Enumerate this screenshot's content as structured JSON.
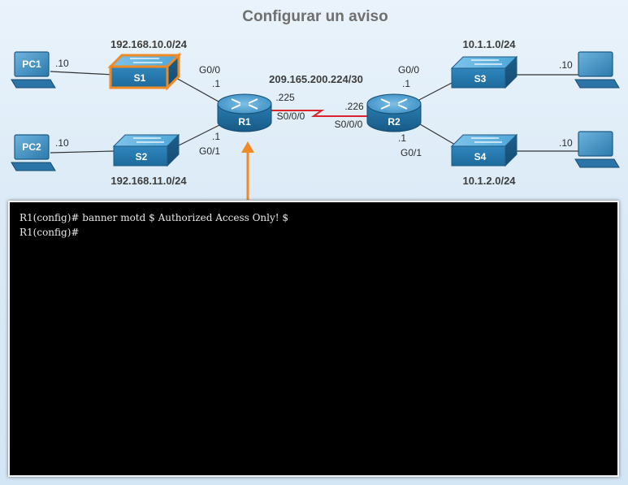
{
  "title": "Configurar un aviso",
  "networks": {
    "net_s1": "192.168.10.0/24",
    "net_s2": "192.168.11.0/24",
    "net_wan": "209.165.200.224/30",
    "net_s3": "10.1.1.0/24",
    "net_s4": "10.1.2.0/24"
  },
  "devices": {
    "pc1": "PC1",
    "pc2": "PC2",
    "s1": "S1",
    "s2": "S2",
    "s3": "S3",
    "s4": "S4",
    "r1": "R1",
    "r2": "R2"
  },
  "labels": {
    "pc1_ip": ".10",
    "pc2_ip": ".10",
    "pc3_ip": ".10",
    "pc4_ip": ".10",
    "r1_g00": "G0/0",
    "r1_g00_ip": ".1",
    "r1_g01": "G0/1",
    "r1_g01_ip": ".1",
    "r1_s000_ip": ".225",
    "r1_s000": "S0/0/0",
    "r2_s000_ip": ".226",
    "r2_s000": "S0/0/0",
    "r2_g00": "G0/0",
    "r2_g00_ip": ".1",
    "r2_g01_ip": ".1",
    "r2_g01": "G0/1"
  },
  "colors": {
    "device_blue": "#2f7fb3",
    "highlight": "#f08a24",
    "serial_link": "#d9232e",
    "terminal_bg": "#000000"
  },
  "terminal": {
    "lines": [
      "R1(config)# banner motd $ Authorized Access Only! $",
      "R1(config)#"
    ]
  }
}
